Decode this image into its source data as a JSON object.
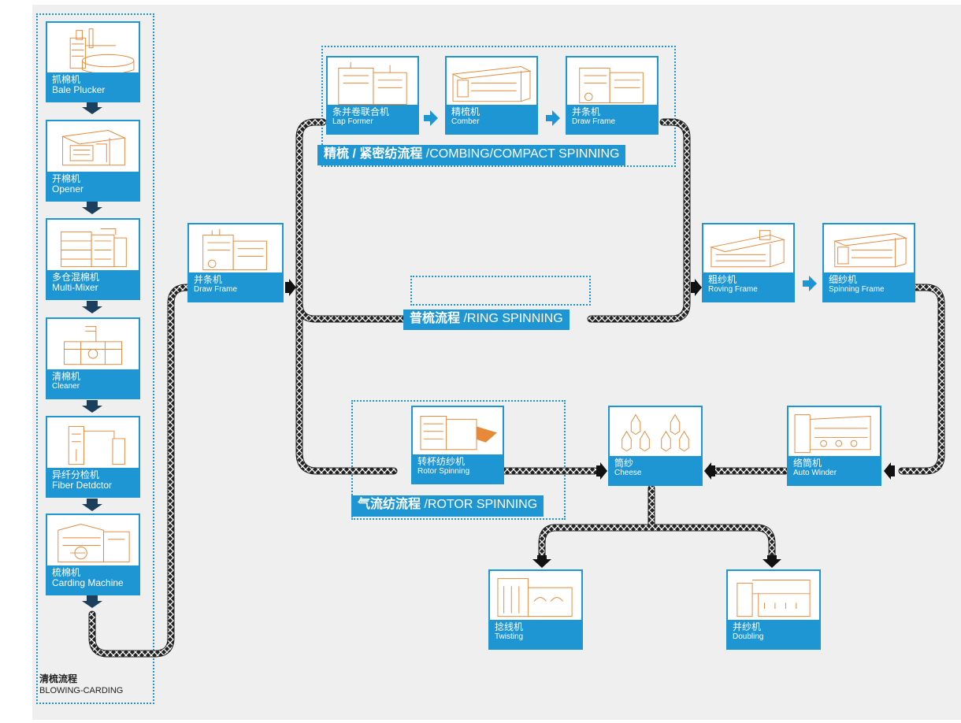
{
  "stages": {
    "blowing_carding": {
      "zh": "清梳流程",
      "en": "BLOWING-CARDING"
    },
    "combing": {
      "zh": "精梳 / 紧密纺流程",
      "en": " /COMBING/COMPACT SPINNING"
    },
    "ring": {
      "zh": "普梳流程",
      "en": " /RING SPINNING"
    },
    "rotor": {
      "zh": "气流纺流程",
      "en": " /ROTOR SPINNING"
    }
  },
  "machines": {
    "bale_plucker": {
      "zh": "抓棉机",
      "en": "Bale Plucker"
    },
    "opener": {
      "zh": "开棉机",
      "en": "Opener"
    },
    "multi_mixer": {
      "zh": "多仓混棉机",
      "en": "Multi-Mixer"
    },
    "cleaner": {
      "zh": "清棉机",
      "en": "Cleaner"
    },
    "fiber_detector": {
      "zh": "异纤分检机",
      "en": "Fiber Detdctor"
    },
    "carding": {
      "zh": "梳棉机",
      "en": "Carding Machine"
    },
    "draw_frame_1": {
      "zh": "并条机",
      "en": "Draw Frame"
    },
    "lap_former": {
      "zh": "条并卷联合机",
      "en": "Lap Former"
    },
    "comber": {
      "zh": "精梳机",
      "en": "Comber"
    },
    "draw_frame_2": {
      "zh": "并条机",
      "en": "Draw Frame"
    },
    "roving": {
      "zh": "粗纱机",
      "en": "Roving Frame"
    },
    "spinning": {
      "zh": "细纱机",
      "en": "Spinning Frame"
    },
    "rotor_spinning": {
      "zh": "转杯纺纱机",
      "en": "Rotor Spinning"
    },
    "cheese": {
      "zh": "筒纱",
      "en": "Cheese"
    },
    "auto_winder": {
      "zh": "络筒机",
      "en": "Auto Winder"
    },
    "twisting": {
      "zh": "捻线机",
      "en": "Twisting"
    },
    "doubling": {
      "zh": "并纱机",
      "en": "Doubling"
    }
  },
  "colors": {
    "accent": "#1e96d4",
    "art": "#e8893a",
    "connector": "#222222",
    "background": "#efefef"
  }
}
